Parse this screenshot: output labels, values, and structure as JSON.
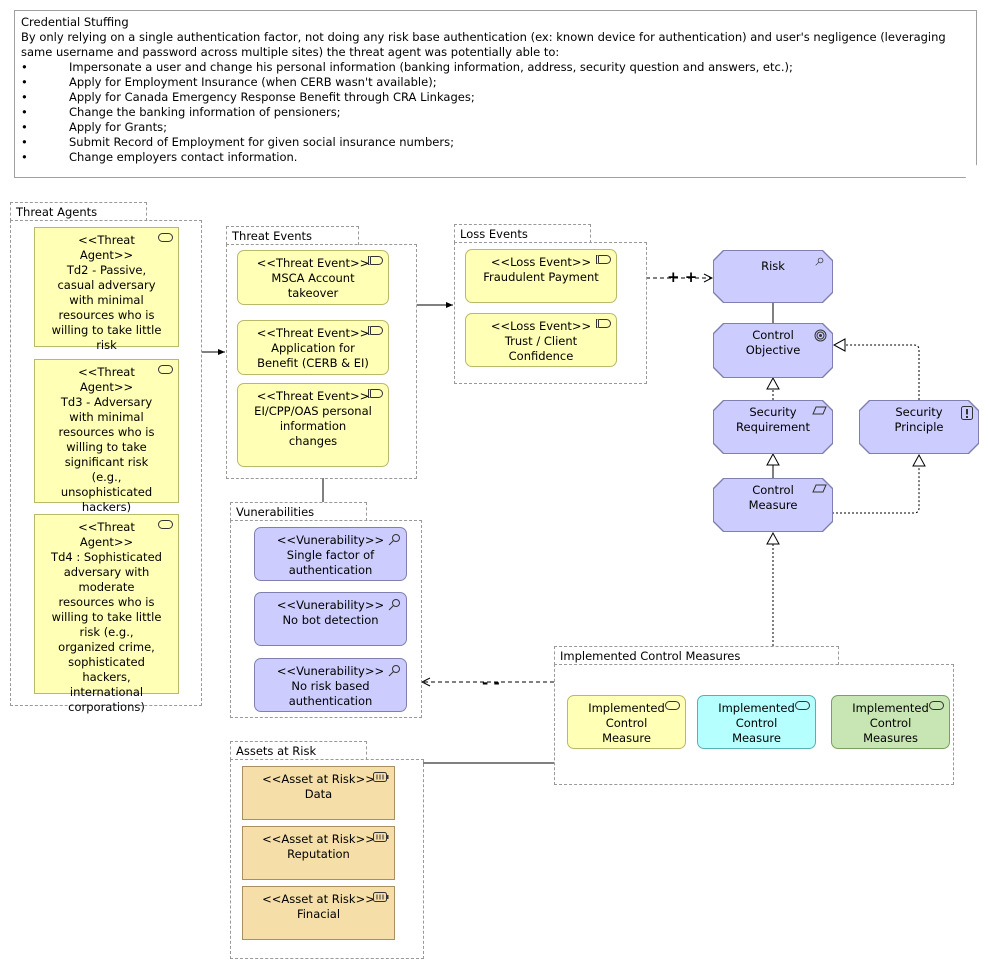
{
  "note": {
    "title": "Credential Stuffing",
    "intro": "By only relying on a single authentication factor, not doing any risk base authentication (ex: known device for authentication) and user's negligence (leveraging same username and password across multiple sites) the threat agent was potentially able to:",
    "bullet": "•",
    "bullets": [
      "Impersonate a user and change his personal information (banking information, address, security question and answers, etc.);",
      "Apply for Employment Insurance (when CERB wasn't available);",
      "Apply for Canada Emergency Response Benefit through CRA Linkages;",
      "Change the banking information of pensioners;",
      "Apply for Grants;",
      "Submit Record of Employment for given social insurance numbers;",
      "Change employers contact information."
    ]
  },
  "groups": {
    "threat_agents": "Threat Agents",
    "threat_events": "Threat Events",
    "loss_events": "Loss Events",
    "vulnerabilities": "Vunerabilities",
    "assets": "Assets at Risk",
    "implemented": "Implemented Control Measures"
  },
  "threat_agents": [
    {
      "st": "<<Threat Agent>>",
      "name": "Td2  -  Passive, casual adversary with minimal resources who is willing to take little risk"
    },
    {
      "st": "<<Threat Agent>>",
      "name": "Td3 - Adversary with minimal resources who is willing to take significant risk (e.g., unsophisticated hackers)"
    },
    {
      "st": "<<Threat Agent>>",
      "name": "Td4 :  Sophisticated adversary with moderate resources who is willing to take little risk (e.g., organized crime, sophisticated hackers, international corporations)"
    }
  ],
  "threat_events": [
    {
      "st": "<<Threat Event>>",
      "name": "MSCA Account takeover"
    },
    {
      "st": "<<Threat Event>>",
      "name": "Application for Benefit (CERB & EI)"
    },
    {
      "st": "<<Threat Event>>",
      "name": "EI/CPP/OAS personal information changes"
    }
  ],
  "loss_events": [
    {
      "st": "<<Loss Event>>",
      "name": "Fraudulent Payment"
    },
    {
      "st": "<<Loss Event>>",
      "name": "Trust / Client Confidence"
    }
  ],
  "vulnerabilities": [
    {
      "st": "<<Vunerability>>",
      "name": "Single factor of authentication"
    },
    {
      "st": "<<Vunerability>>",
      "name": "No bot detection"
    },
    {
      "st": "<<Vunerability>>",
      "name": "No risk based authentication"
    }
  ],
  "assets": [
    {
      "st": "<<Asset at Risk>>",
      "name": "Data"
    },
    {
      "st": "<<Asset at Risk>>",
      "name": "Reputation"
    },
    {
      "st": "<<Asset at Risk>>",
      "name": "Finacial"
    }
  ],
  "implemented": [
    "Implemented Control Measure",
    "Implemented Control Measure",
    "Implemented Control Measures"
  ],
  "motivation": {
    "risk": "Risk",
    "control_objective": "Control Objective",
    "security_requirement": "Security Requirement",
    "security_principle": "Security Principle",
    "control_measure": "Control Measure"
  },
  "connectors": {
    "influence_positive": "+ +",
    "influence_negative": "- -"
  }
}
